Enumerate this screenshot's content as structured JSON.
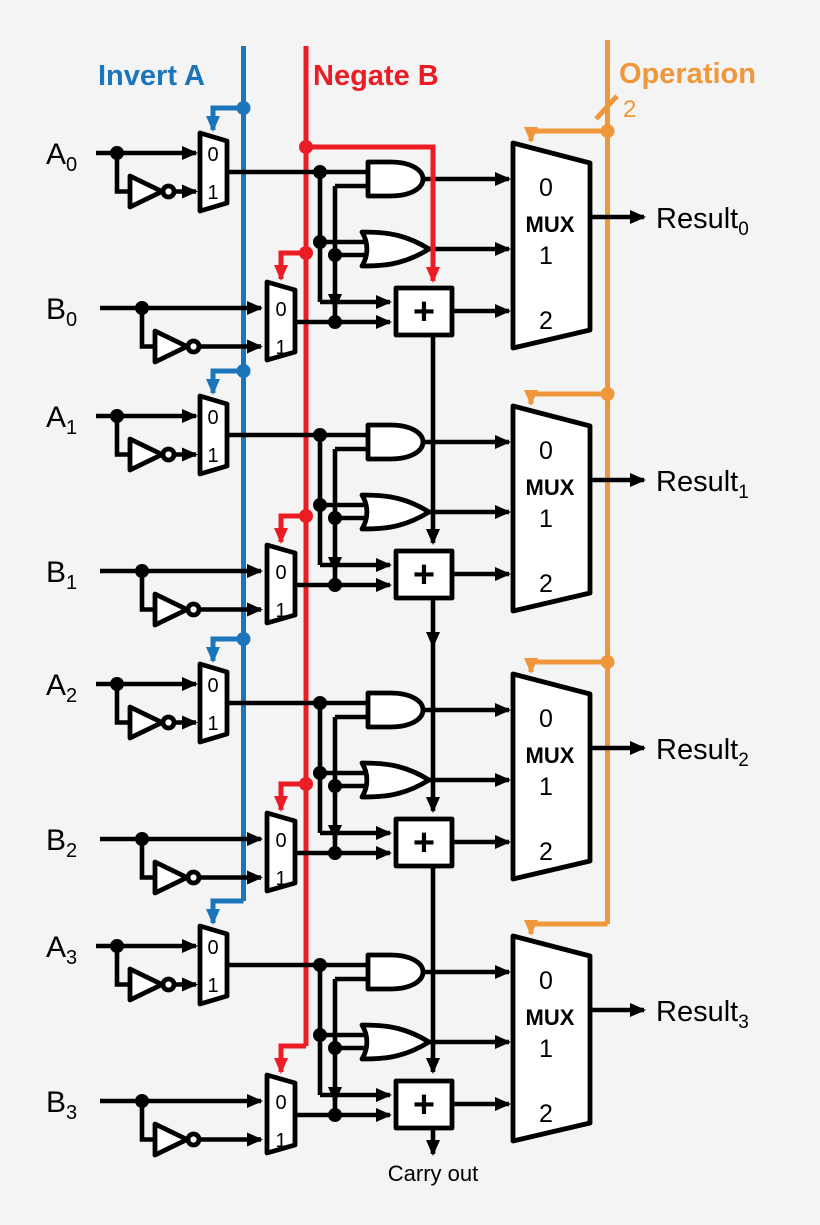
{
  "controls": {
    "invert_a": "Invert A",
    "negate_b": "Negate B",
    "operation": "Operation",
    "operation_bus_width": "2"
  },
  "carry_out": "Carry out",
  "colors": {
    "invert_a": "#1b75bb",
    "negate_b": "#ec1c24",
    "operation": "#f0973c",
    "wire": "#000000",
    "background": "#f4f4f5"
  },
  "slices": [
    {
      "a_name": "A",
      "a_sub": "0",
      "b_name": "B",
      "b_sub": "0",
      "a_mux": {
        "in0": "0",
        "in1": "1"
      },
      "b_mux": {
        "in0": "0",
        "in1": "1"
      },
      "adder_symbol": "+",
      "result_mux": {
        "in0": "0",
        "label": "MUX",
        "in1": "1",
        "in2": "2"
      },
      "result_name": "Result",
      "result_sub": "0"
    },
    {
      "a_name": "A",
      "a_sub": "1",
      "b_name": "B",
      "b_sub": "1",
      "a_mux": {
        "in0": "0",
        "in1": "1"
      },
      "b_mux": {
        "in0": "0",
        "in1": "1"
      },
      "adder_symbol": "+",
      "result_mux": {
        "in0": "0",
        "label": "MUX",
        "in1": "1",
        "in2": "2"
      },
      "result_name": "Result",
      "result_sub": "1"
    },
    {
      "a_name": "A",
      "a_sub": "2",
      "b_name": "B",
      "b_sub": "2",
      "a_mux": {
        "in0": "0",
        "in1": "1"
      },
      "b_mux": {
        "in0": "0",
        "in1": "1"
      },
      "adder_symbol": "+",
      "result_mux": {
        "in0": "0",
        "label": "MUX",
        "in1": "1",
        "in2": "2"
      },
      "result_name": "Result",
      "result_sub": "2"
    },
    {
      "a_name": "A",
      "a_sub": "3",
      "b_name": "B",
      "b_sub": "3",
      "a_mux": {
        "in0": "0",
        "in1": "1"
      },
      "b_mux": {
        "in0": "0",
        "in1": "1"
      },
      "adder_symbol": "+",
      "result_mux": {
        "in0": "0",
        "label": "MUX",
        "in1": "1",
        "in2": "2"
      },
      "result_name": "Result",
      "result_sub": "3"
    }
  ]
}
